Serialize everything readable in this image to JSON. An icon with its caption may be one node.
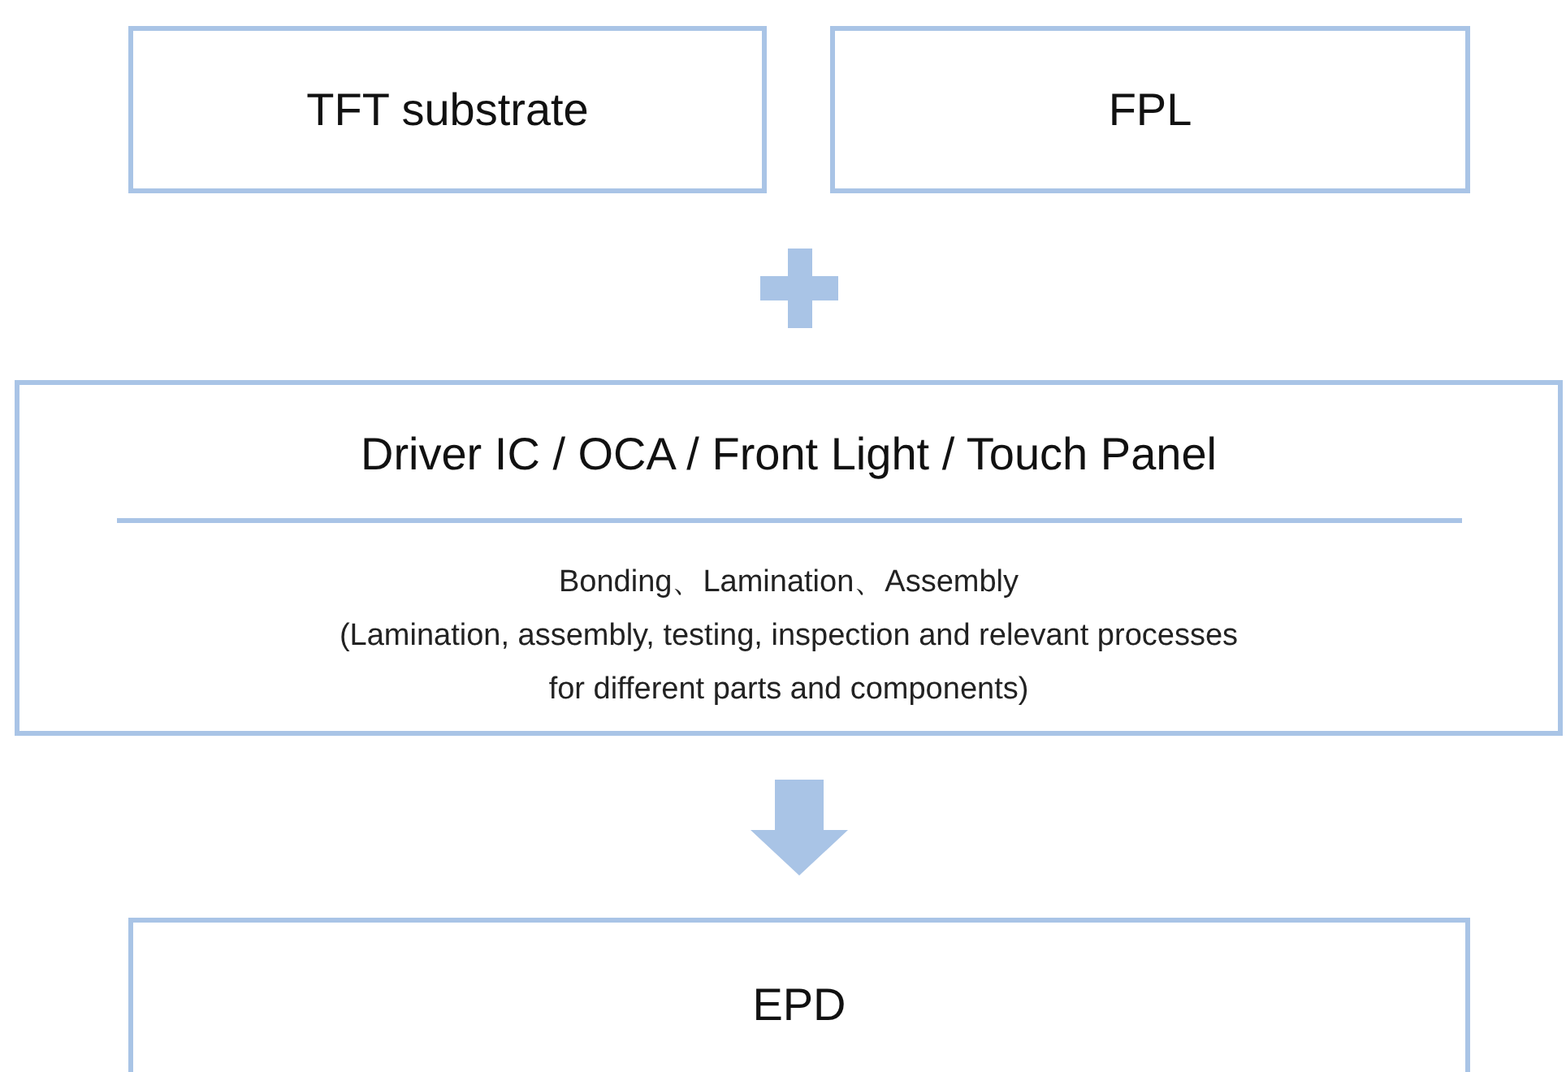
{
  "diagram": {
    "nodes": [
      {
        "text": [
          "TFT substrate"
        ]
      },
      {
        "text": [
          "FPL"
        ]
      },
      {
        "text": [
          "Driver IC / OCA / Front Light / Touch Panel",
          "Bonding、Lamination、Assembly",
          "(Lamination, assembly, testing, inspection and relevant processes for different parts and components)"
        ]
      },
      {
        "text": [
          "EPD"
        ]
      }
    ],
    "edges": [
      {
        "from": 2,
        "to": 3,
        "arrow": "to",
        "style": "thick"
      }
    ]
  }
}
